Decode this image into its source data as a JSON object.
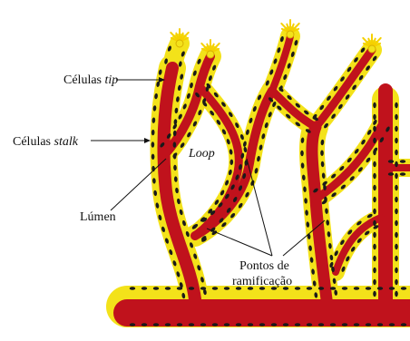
{
  "labels": {
    "tip_prefix": "Células ",
    "tip_term": "tip",
    "stalk_prefix": "Células ",
    "stalk_term": "stalk",
    "loop": "Loop",
    "lumen": "Lúmen",
    "branch_line1": "Pontos de",
    "branch_line2": "ramificação"
  },
  "colors": {
    "lumen": "#c0121c",
    "wall": "#f3e21a",
    "wall_edge": "#d8b000",
    "nucleus": "#1a1a1a",
    "filopodia": "#f5d000",
    "text": "#111111"
  }
}
